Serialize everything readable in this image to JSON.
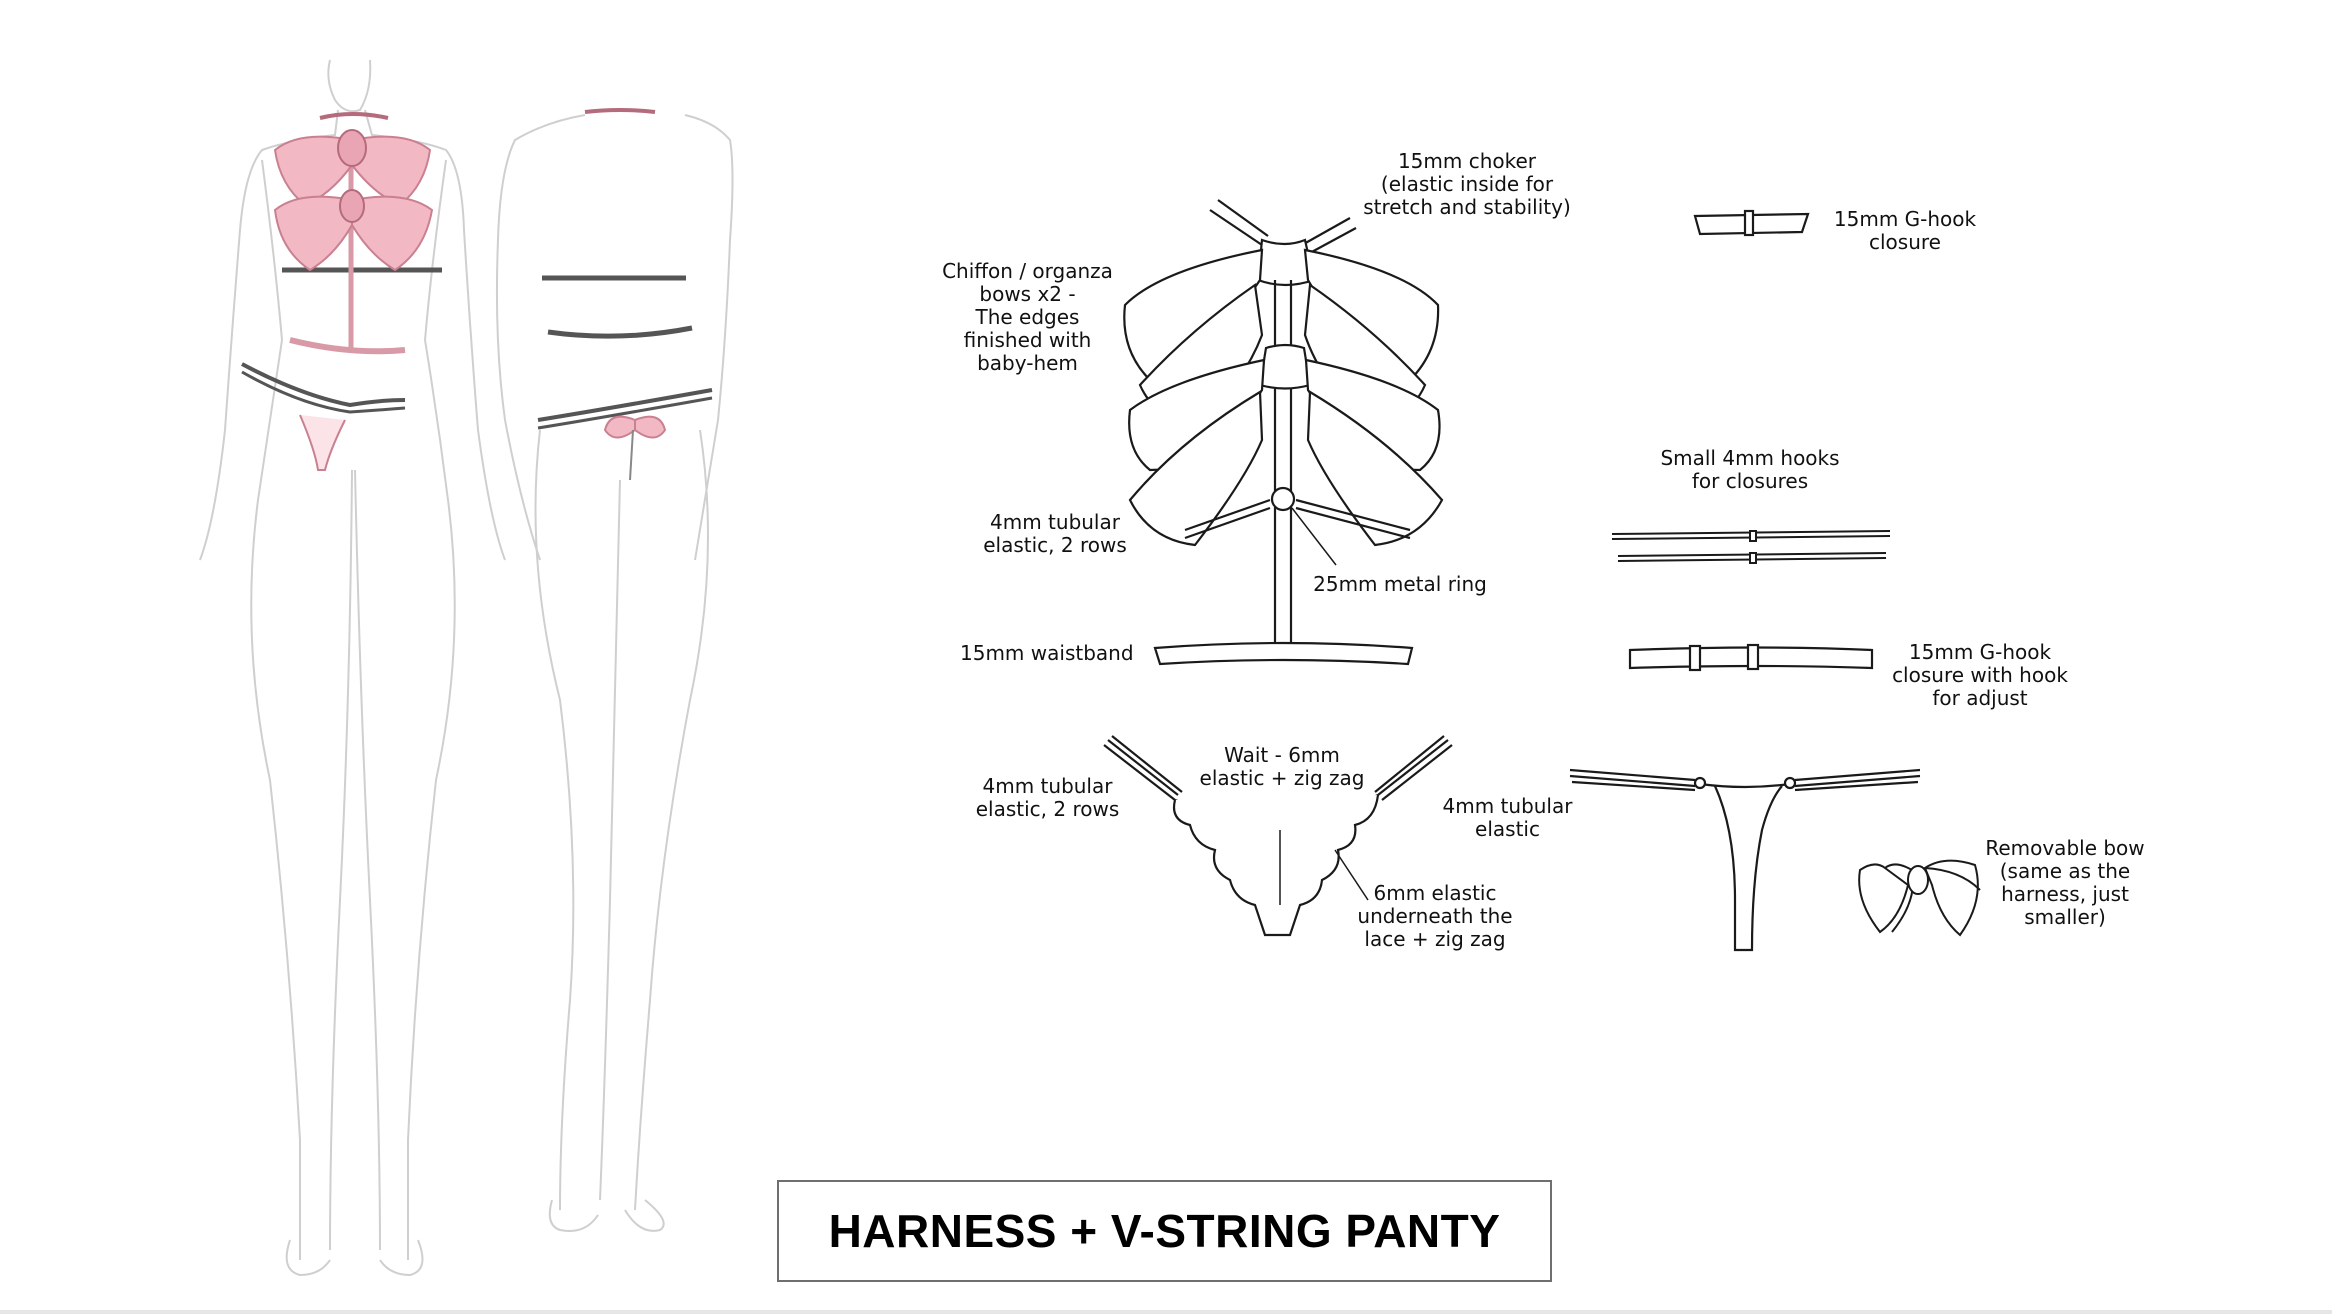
{
  "title": "HARNESS + V-STRING PANTY",
  "labels": {
    "choker": [
      "15mm choker",
      "(elastic inside for",
      "stretch and stability)"
    ],
    "bows": [
      "Chiffon / organza",
      "bows x2 -",
      "The edges",
      "finished with",
      "baby-hem"
    ],
    "tubular_top": [
      "4mm tubular",
      "elastic, 2 rows"
    ],
    "metal_ring": [
      "25mm metal ring"
    ],
    "waistband": [
      "15mm waistband"
    ],
    "tubular_panty": [
      "4mm tubular",
      "elastic, 2 rows"
    ],
    "waist_elastic": [
      "Wait - 6mm",
      "elastic + zig zag"
    ],
    "tubular_single": [
      "4mm tubular",
      "elastic"
    ],
    "lace_elastic": [
      "6mm elastic",
      "underneath the",
      "lace + zig zag"
    ],
    "g_hook": [
      "15mm G-hook",
      "closure"
    ],
    "small_hooks": [
      "Small 4mm hooks",
      "for closures"
    ],
    "g_hook_adjust": [
      "15mm G-hook",
      "closure with hook",
      "for adjust"
    ],
    "removable_bow": [
      "Removable bow",
      "(same as the",
      "harness, just",
      "smaller)"
    ]
  },
  "colors": {
    "accent_pink": "#f2b8c4",
    "pink_stroke": "#c98090",
    "line": "#1a1a1a",
    "figure_line": "#c8c8c8"
  }
}
